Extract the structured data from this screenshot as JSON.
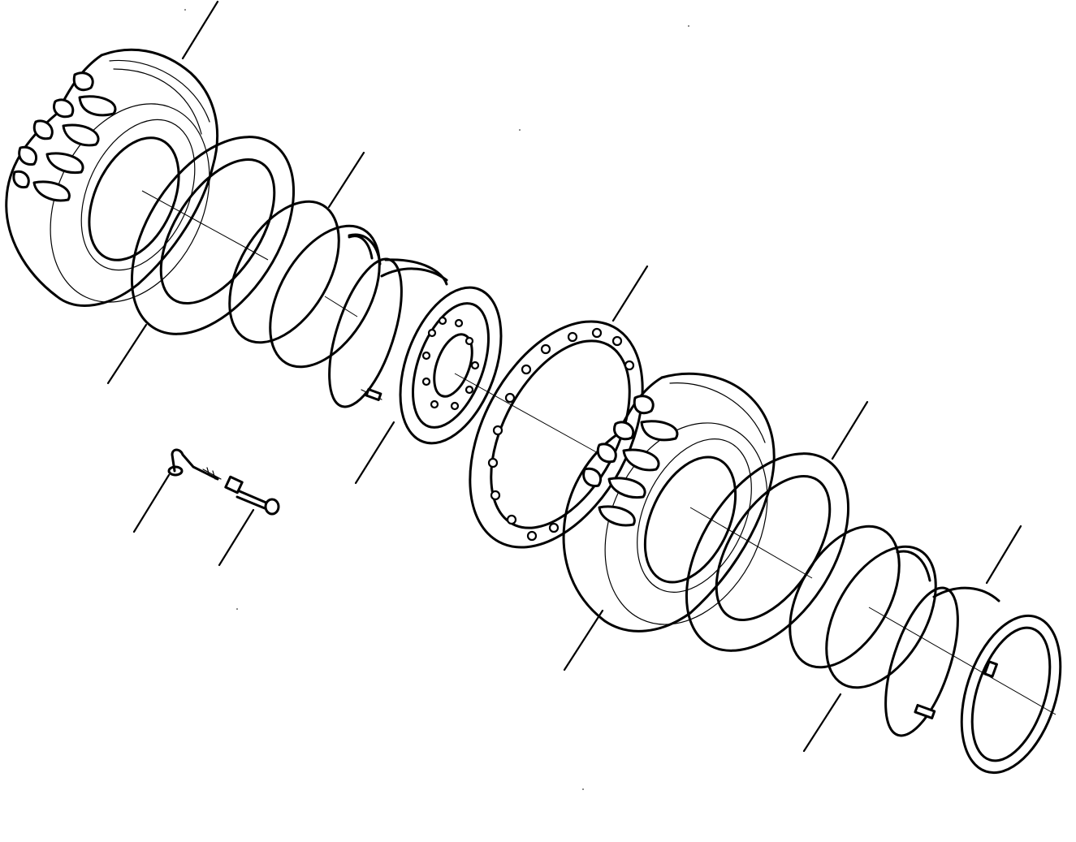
{
  "diagram": {
    "type": "exploded-parts-view",
    "parts": [
      {
        "name": "outer-tyre",
        "icon": "tyre-icon"
      },
      {
        "name": "outer-flap",
        "icon": "flap-ring-icon"
      },
      {
        "name": "outer-lock-ring",
        "icon": "lock-ring-icon"
      },
      {
        "name": "outer-rim-band",
        "icon": "rim-band-icon"
      },
      {
        "name": "inner-wheel-disc",
        "icon": "wheel-disc-icon"
      },
      {
        "name": "spacer-ring",
        "icon": "spacer-ring-icon"
      },
      {
        "name": "inner-tyre",
        "icon": "tyre-icon"
      },
      {
        "name": "inner-flap",
        "icon": "flap-ring-icon"
      },
      {
        "name": "inner-lock-ring",
        "icon": "lock-ring-icon"
      },
      {
        "name": "inner-rim",
        "icon": "rim-icon"
      },
      {
        "name": "valve",
        "icon": "valve-icon"
      },
      {
        "name": "valve-extension",
        "icon": "valve-extension-icon"
      }
    ]
  }
}
